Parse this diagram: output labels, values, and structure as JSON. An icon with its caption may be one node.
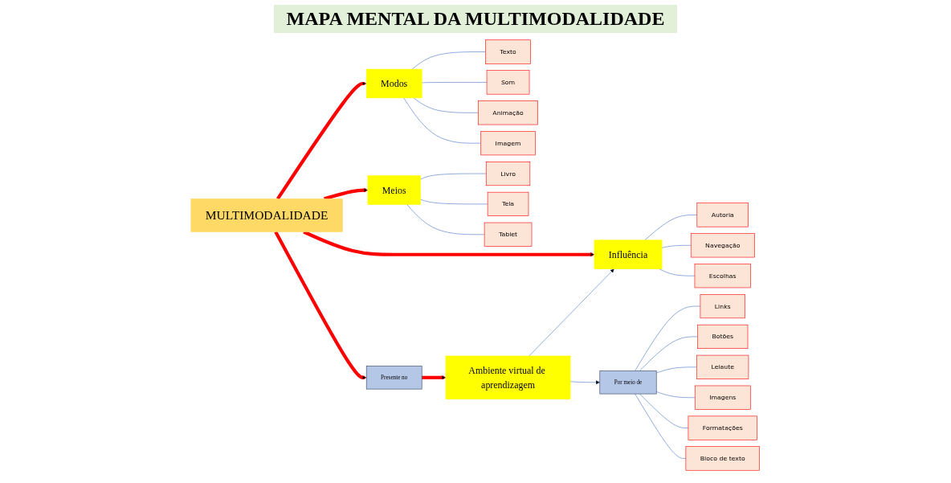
{
  "diagram": {
    "title": "MAPA MENTAL DA MULTIMODALIDADE",
    "nodes": [
      {
        "text": [
          "MULTIMODALIDADE"
        ]
      },
      {
        "text": [
          "Modos"
        ]
      },
      {
        "text": [
          "Texto"
        ]
      },
      {
        "text": [
          "Som"
        ]
      },
      {
        "text": [
          "Animação"
        ]
      },
      {
        "text": [
          "Imagem"
        ]
      },
      {
        "text": [
          "Influência"
        ]
      },
      {
        "text": [
          "Autoria"
        ]
      },
      {
        "text": [
          "Navegação"
        ]
      },
      {
        "text": [
          "Escolhas"
        ]
      },
      {
        "text": [
          "Meios"
        ]
      },
      {
        "text": [
          "Livro"
        ]
      },
      {
        "text": [
          "Tela"
        ]
      },
      {
        "text": [
          "Tablet"
        ]
      },
      {
        "text": [
          "Presente no"
        ]
      },
      {
        "text": [
          "Ambiente virtual de aprendizagem"
        ]
      },
      {
        "text": [
          "Por meio de"
        ]
      },
      {
        "text": [
          "Links"
        ]
      },
      {
        "text": [
          "Botões"
        ]
      },
      {
        "text": [
          "Leiaute"
        ]
      },
      {
        "text": [
          "Imagens"
        ]
      },
      {
        "text": [
          "Formatações"
        ]
      },
      {
        "text": [
          "Bloco de texto"
        ]
      }
    ],
    "edges": [
      {
        "from": 0,
        "to": 1,
        "arrow": "to",
        "style": "thick",
        "color": "#ff0000"
      },
      {
        "from": 0,
        "to": 6,
        "arrow": "to",
        "style": "thick",
        "color": "#ff0000"
      },
      {
        "from": 0,
        "to": 10,
        "arrow": "to",
        "style": "thick",
        "color": "#ff0000"
      },
      {
        "from": 0,
        "to": 14,
        "arrow": "to",
        "style": "thick",
        "color": "#ff0000"
      },
      {
        "from": 14,
        "to": 15,
        "arrow": "to",
        "style": "thick",
        "color": "#ff0000"
      },
      {
        "from": 15,
        "to": 6,
        "arrow": "to"
      },
      {
        "from": 15,
        "to": 16,
        "arrow": "to"
      },
      {
        "from": 1,
        "to": 2,
        "arrow": "none"
      },
      {
        "from": 1,
        "to": 3,
        "arrow": "none"
      },
      {
        "from": 1,
        "to": 4,
        "arrow": "none"
      },
      {
        "from": 1,
        "to": 5,
        "arrow": "none"
      },
      {
        "from": 6,
        "to": 7,
        "arrow": "none"
      },
      {
        "from": 6,
        "to": 8,
        "arrow": "none"
      },
      {
        "from": 6,
        "to": 9,
        "arrow": "none"
      },
      {
        "from": 10,
        "to": 11,
        "arrow": "none"
      },
      {
        "from": 10,
        "to": 12,
        "arrow": "none"
      },
      {
        "from": 10,
        "to": 13,
        "arrow": "none"
      },
      {
        "from": 16,
        "to": 17,
        "arrow": "none"
      },
      {
        "from": 16,
        "to": 18,
        "arrow": "none"
      },
      {
        "from": 16,
        "to": 19,
        "arrow": "none"
      },
      {
        "from": 16,
        "to": 20,
        "arrow": "none"
      },
      {
        "from": 16,
        "to": 21,
        "arrow": "none"
      },
      {
        "from": 16,
        "to": 22,
        "arrow": "none"
      }
    ]
  }
}
